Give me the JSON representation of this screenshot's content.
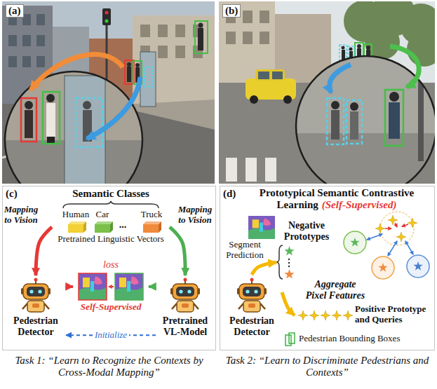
{
  "diagram": {
    "nodes": [
      {
        "text": [
          "(c)"
        ]
      },
      {
        "text": [
          "Semantic Classes",
          "Human",
          "Car",
          "Truck",
          "...",
          "Pretrained Linguistic Vectors"
        ],
        "in": 0
      },
      {
        "text": [
          "Pedestrian Detector"
        ],
        "in": 0
      },
      {
        "text": [
          "Pretrained VL-Model"
        ],
        "in": 0
      },
      {
        "text": [
          "loss",
          "Self-Supervised"
        ],
        "in": 0
      },
      {
        "text": [
          "(d)",
          "Prototypical Semantic Contrastive Learning",
          "(Self-Supervised)"
        ]
      },
      {
        "text": [
          "Segment Prediction"
        ],
        "in": 5
      },
      {
        "text": [
          "Negative Prototypes"
        ],
        "in": 5
      },
      {
        "text": [
          "Positive Prototype and Queries"
        ],
        "in": 5
      },
      {
        "text": [
          "Pedestrian Detector"
        ],
        "in": 5
      },
      {
        "text": [
          "Pedestrian Bounding Boxes"
        ],
        "in": 5
      }
    ],
    "edges": [
      {
        "from": 1,
        "to": 2,
        "arrow": "to",
        "label": "Mapping to Vision"
      },
      {
        "from": 1,
        "to": 3,
        "arrow": "to",
        "label": "Mapping to Vision"
      },
      {
        "from": 2,
        "to": 4,
        "arrow": "to"
      },
      {
        "from": 3,
        "to": 4,
        "arrow": "to"
      },
      {
        "from": 3,
        "to": 2,
        "arrow": "to",
        "label": "Initialize"
      },
      {
        "from": 9,
        "to": 7,
        "arrow": "to"
      },
      {
        "from": 9,
        "to": 8,
        "arrow": "to"
      }
    ],
    "labels": [
      "(a)",
      "(b)",
      "Aggregate Pixel Features",
      "Task 1: “Learn to Recognize the Contexts by Cross-Modal Mapping”",
      "Task 2: “Learn to Discriminate Pedestrians and Contexts”"
    ]
  }
}
